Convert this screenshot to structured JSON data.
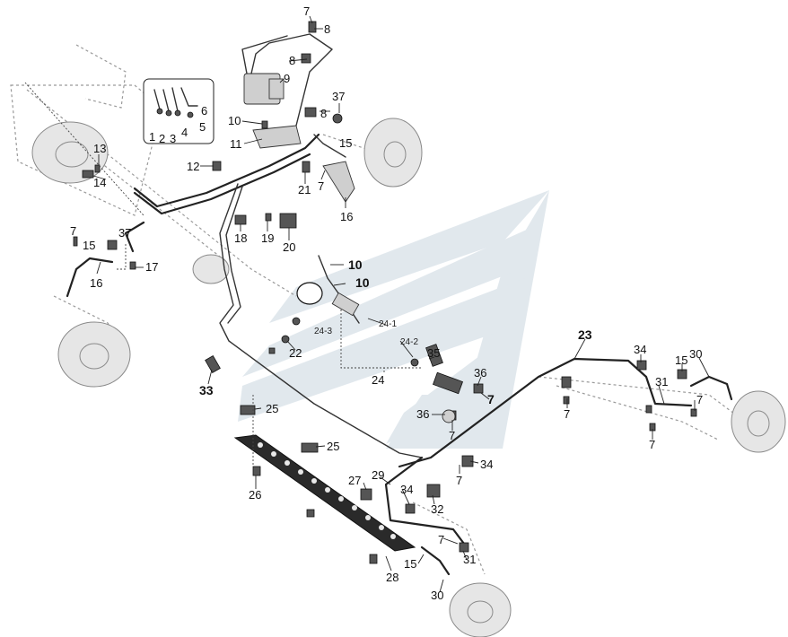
{
  "diagram": {
    "callouts": [
      {
        "id": "c1",
        "text": "1"
      },
      {
        "id": "c2",
        "text": "2"
      },
      {
        "id": "c3",
        "text": "3"
      },
      {
        "id": "c4",
        "text": "4"
      },
      {
        "id": "c5",
        "text": "5"
      },
      {
        "id": "c6",
        "text": "6"
      },
      {
        "id": "c7a",
        "text": "7"
      },
      {
        "id": "c8a",
        "text": "8"
      },
      {
        "id": "c8b",
        "text": "8"
      },
      {
        "id": "c9",
        "text": "9"
      },
      {
        "id": "c37a",
        "text": "37"
      },
      {
        "id": "c10a",
        "text": "10"
      },
      {
        "id": "c8c",
        "text": "8"
      },
      {
        "id": "c11",
        "text": "11"
      },
      {
        "id": "c15a",
        "text": "15"
      },
      {
        "id": "c13",
        "text": "13"
      },
      {
        "id": "c14",
        "text": "14"
      },
      {
        "id": "c12",
        "text": "12"
      },
      {
        "id": "c21",
        "text": "21"
      },
      {
        "id": "c7b",
        "text": "7"
      },
      {
        "id": "c16a",
        "text": "16"
      },
      {
        "id": "c18",
        "text": "18"
      },
      {
        "id": "c19",
        "text": "19"
      },
      {
        "id": "c20",
        "text": "20"
      },
      {
        "id": "c7c",
        "text": "7"
      },
      {
        "id": "c15b",
        "text": "15"
      },
      {
        "id": "c37b",
        "text": "37"
      },
      {
        "id": "c17",
        "text": "17"
      },
      {
        "id": "c16b",
        "text": "16"
      },
      {
        "id": "c10b",
        "text": "10"
      },
      {
        "id": "c10c",
        "text": "10"
      },
      {
        "id": "c24_1",
        "text": "24-1"
      },
      {
        "id": "c24_3",
        "text": "24-3"
      },
      {
        "id": "c24_2",
        "text": "24-2"
      },
      {
        "id": "c22",
        "text": "22"
      },
      {
        "id": "c35",
        "text": "35"
      },
      {
        "id": "c24",
        "text": "24"
      },
      {
        "id": "c33",
        "text": "33"
      },
      {
        "id": "c23",
        "text": "23"
      },
      {
        "id": "c34a",
        "text": "34"
      },
      {
        "id": "c15c",
        "text": "15"
      },
      {
        "id": "c30a",
        "text": "30"
      },
      {
        "id": "c31a",
        "text": "31"
      },
      {
        "id": "c36a",
        "text": "36"
      },
      {
        "id": "c7d",
        "text": "7"
      },
      {
        "id": "c7e",
        "text": "7"
      },
      {
        "id": "c7f",
        "text": "7"
      },
      {
        "id": "c25a",
        "text": "25"
      },
      {
        "id": "c36b",
        "text": "36"
      },
      {
        "id": "c7g",
        "text": "7"
      },
      {
        "id": "c7h",
        "text": "7"
      },
      {
        "id": "c25b",
        "text": "25"
      },
      {
        "id": "c34b",
        "text": "34"
      },
      {
        "id": "c7i",
        "text": "7"
      },
      {
        "id": "c26",
        "text": "26"
      },
      {
        "id": "c27",
        "text": "27"
      },
      {
        "id": "c29",
        "text": "29"
      },
      {
        "id": "c34c",
        "text": "34"
      },
      {
        "id": "c32",
        "text": "32"
      },
      {
        "id": "c7j",
        "text": "7"
      },
      {
        "id": "c28",
        "text": "28"
      },
      {
        "id": "c15d",
        "text": "15"
      },
      {
        "id": "c31b",
        "text": "31"
      },
      {
        "id": "c30b",
        "text": "30"
      }
    ],
    "colors": {
      "line": "#222222",
      "ghost": "#9a9a9a",
      "watermark": "#c9d6e0"
    }
  }
}
